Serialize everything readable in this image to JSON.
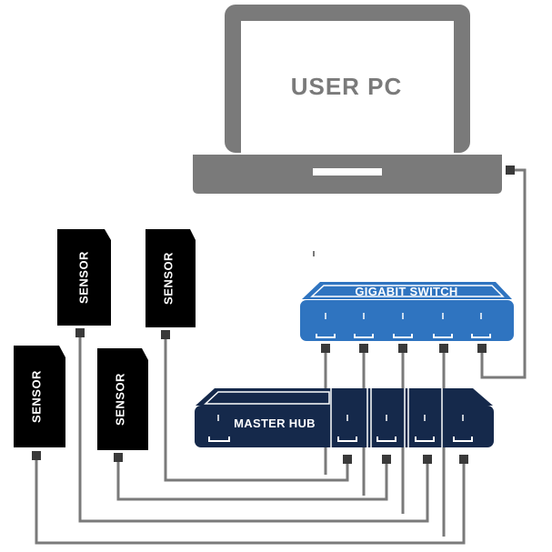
{
  "diagram": {
    "user_pc": {
      "label": "USER PC"
    },
    "gigabit_switch": {
      "label": "GIGABIT SWITCH"
    },
    "master_hub": {
      "label": "MASTER HUB"
    },
    "sensors": [
      {
        "label": "SENSOR"
      },
      {
        "label": "SENSOR"
      },
      {
        "label": "SENSOR"
      },
      {
        "label": "SENSOR"
      }
    ]
  },
  "colors": {
    "laptop": "#7a7a7a",
    "laptop_screen": "#ffffff",
    "switch": "#2f74c0",
    "hub": "#15294b",
    "sensor": "#000000",
    "cable": "#7a7a7a",
    "connector": "#3a3a3a"
  }
}
